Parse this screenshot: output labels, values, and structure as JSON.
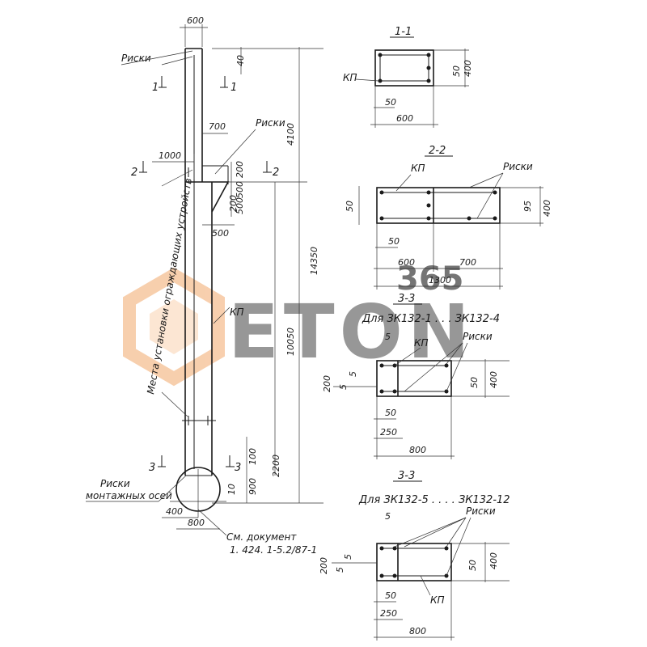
{
  "watermark": {
    "num": "365",
    "word": "ETON",
    "color": "#f2c9a6"
  },
  "column": {
    "top_width": "600",
    "risks_top": "Риски",
    "sec1": "1",
    "dim_40": "40",
    "dim_4100": "4100",
    "dim_700": "700",
    "risks_mid": "Риски",
    "dim_1000": "1000",
    "sec2": "2",
    "dim_200a": "200",
    "dim_500a": "500",
    "dim_200b": "200",
    "dim_500b": "500",
    "dim_500c": "500",
    "vertical_note": "Места установки ограждающих устройств",
    "kp": "КП",
    "dim_14350": "14350",
    "dim_10050": "10050",
    "sec3": "3",
    "dim_2200": "2200",
    "dim_100": "100",
    "dim_900": "900",
    "dim_10": "10",
    "risks_bottom_1": "Риски",
    "risks_bottom_2": "монтажных осей",
    "dim_400": "400",
    "dim_800": "800",
    "ref_1": "См. документ",
    "ref_2": "1. 424. 1-5.2/87-1"
  },
  "s11": {
    "title": "1-1",
    "kp": "КП",
    "d50a": "50",
    "d400": "400",
    "d50b": "50",
    "d600": "600"
  },
  "s22": {
    "title": "2-2",
    "kp": "КП",
    "risks": "Риски",
    "d50a": "50",
    "d95": "95",
    "d400": "400",
    "d50b": "50",
    "d600": "600",
    "d700": "700",
    "d1300": "1300"
  },
  "s33a": {
    "title": "3-3",
    "subtitle": "Для  ЗК132-1 . . . ЗК132-4",
    "d5": "5",
    "kp": "КП",
    "risks": "Риски",
    "d200": "200",
    "d5b": "5",
    "d5c": "5",
    "d50": "50",
    "d400": "400",
    "d50b": "50",
    "d250": "250",
    "d800": "800"
  },
  "s33b": {
    "title": "3-3",
    "subtitle": "Для  ЗК132-5 . . . . ЗК132-12",
    "d5": "5",
    "risks": "Риски",
    "d200": "200",
    "d5b": "5",
    "d5c": "5",
    "d50": "50",
    "d400": "400",
    "d50b": "50",
    "d250": "250",
    "d800": "800",
    "kp": "КП"
  }
}
